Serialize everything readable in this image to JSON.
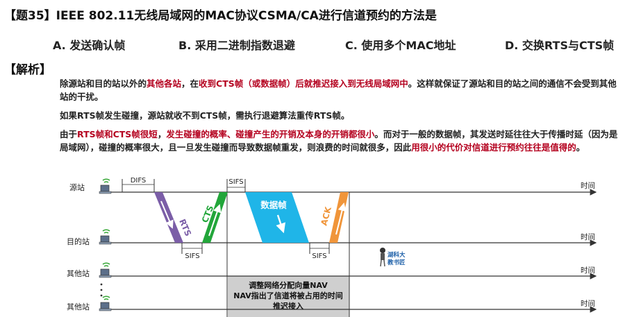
{
  "question": {
    "title": "【题35】IEEE 802.11无线局域网的MAC协议CSMA/CA进行信道预约的方法是"
  },
  "options": [
    {
      "label": "A. 发送确认帧"
    },
    {
      "label": "B. 采用二进制指数退避"
    },
    {
      "label": "C. 使用多个MAC地址"
    },
    {
      "label": "D. 交换RTS与CTS帧"
    }
  ],
  "analysis": {
    "heading": "【解析】",
    "p1": {
      "a": "除源站和目的站以外的",
      "b": "其他各站",
      "c": "，在",
      "d": "收到CTS帧（或数据帧）后就推迟接入到无线局域网中",
      "e": "。这样就保证了源站和目的站之间的通信不会受到其他站的干扰。"
    },
    "p2": "如果RTS帧发生碰撞，源站就收不到CTS帧，需执行退避算法重传RTS帧。",
    "p3": {
      "a": "由于",
      "b": "RTS帧和CTS帧很短",
      "c": "，",
      "d": "发生碰撞的概率、碰撞产生的开销及本身的开销都很小",
      "e": "。而对于一般的数据帧，其发送时延往往大于传播时延（因为是局域网），碰撞的概率很大，且一旦发生碰撞而导致数据帧重发，则浪费的时间就很多，因此",
      "f": "用很小的代价对信道进行预约往往是值得的",
      "g": "。"
    }
  },
  "diagram": {
    "stations": {
      "source": "源站",
      "dest": "目的站",
      "other1": "其他站",
      "other2": "其他站"
    },
    "time_label": "时间",
    "difs": "DIFS",
    "sifs": "SIFS",
    "frames": {
      "rts": "RTS",
      "cts": "CTS",
      "data": "数据帧",
      "ack": "ACK"
    },
    "nav": {
      "line1": "调整网络分配向量NAV",
      "line2": "NAV指出了信道将被占用的时间",
      "line3": "推迟接入"
    },
    "watermark": {
      "line1": "湖科大",
      "line2": "教书匠"
    },
    "colors": {
      "rts": "#7b5ea7",
      "cts": "#22a63a",
      "data": "#1fb5e8",
      "ack": "#f0953a",
      "nav": "#cfcfcf",
      "accent_red": "#b4001e"
    }
  }
}
